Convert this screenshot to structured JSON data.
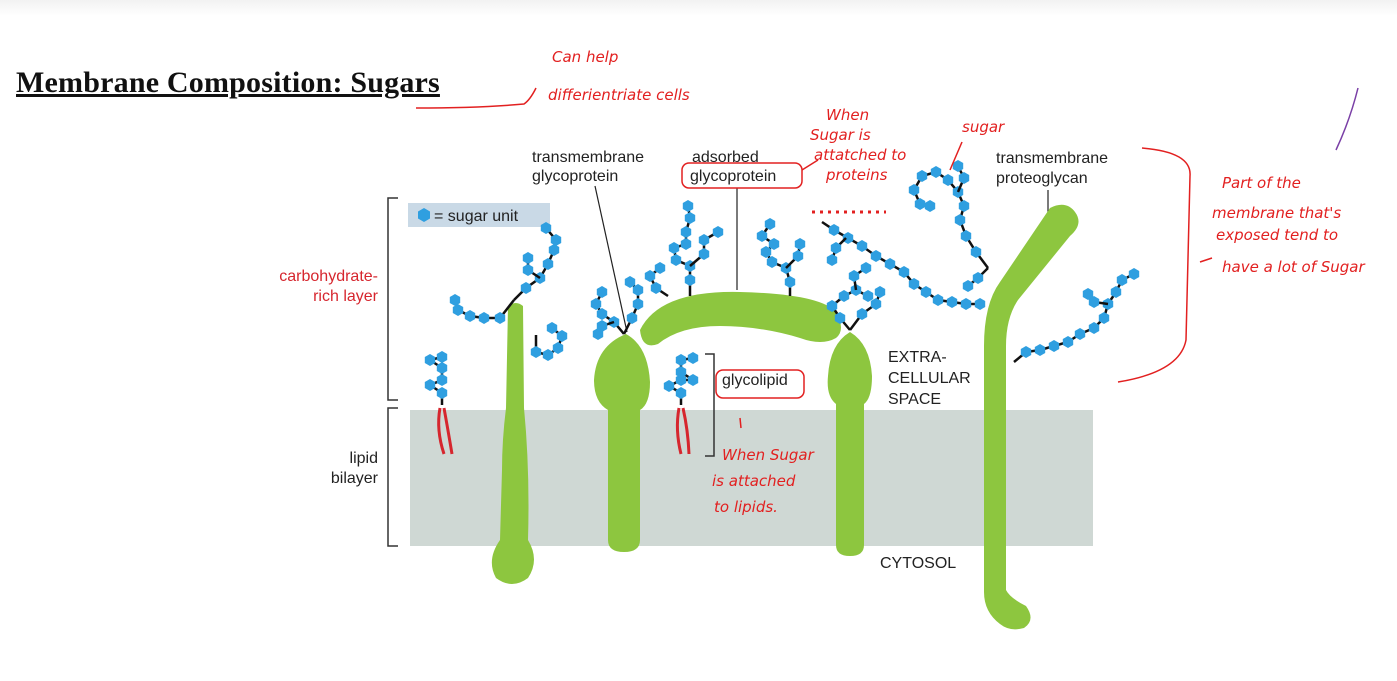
{
  "title": "Membrane Composition:  Sugars",
  "legend": {
    "text": "= sugar unit",
    "swatch_color": "#2f9fe0"
  },
  "labels": {
    "carb_layer_line1": "carbohydrate-",
    "carb_layer_line2": "rich layer",
    "lipid_bilayer_line1": "lipid",
    "lipid_bilayer_line2": "bilayer",
    "tm_glycoprotein_line1": "transmembrane",
    "tm_glycoprotein_line2": "glycoprotein",
    "adsorbed_line1": "adsorbed",
    "adsorbed_line2": "glycoprotein",
    "tm_proteoglycan_line1": "transmembrane",
    "tm_proteoglycan_line2": "proteoglycan",
    "glycolipid": "glycolipid",
    "extracellular_line1": "EXTRA-",
    "extracellular_line2": "CELLULAR",
    "extracellular_line3": "SPACE",
    "cytosol": "CYTOSOL"
  },
  "annotations": {
    "help_line1": "Can help",
    "help_line2": "differientriate cells",
    "when_line1": "When",
    "when_line2": "Sugar is",
    "when_line3": "attatched to",
    "when_line4": "proteins",
    "sugar": "sugar",
    "part_line1": "Part of the",
    "part_line2": "membrane that's",
    "part_line3": "exposed tend to",
    "part_line4": "have a lot of Sugar",
    "lipid_line1": "When Sugar",
    "lipid_line2": "is attached",
    "lipid_line3": "to lipids."
  },
  "colors": {
    "protein": "#8dc63f",
    "sugar": "#2f9fe0",
    "bilayer": "#cfd8d4",
    "legend_bg": "#c9d9e6",
    "annotation": "#e22020",
    "lipid_tail": "#d6262e"
  }
}
